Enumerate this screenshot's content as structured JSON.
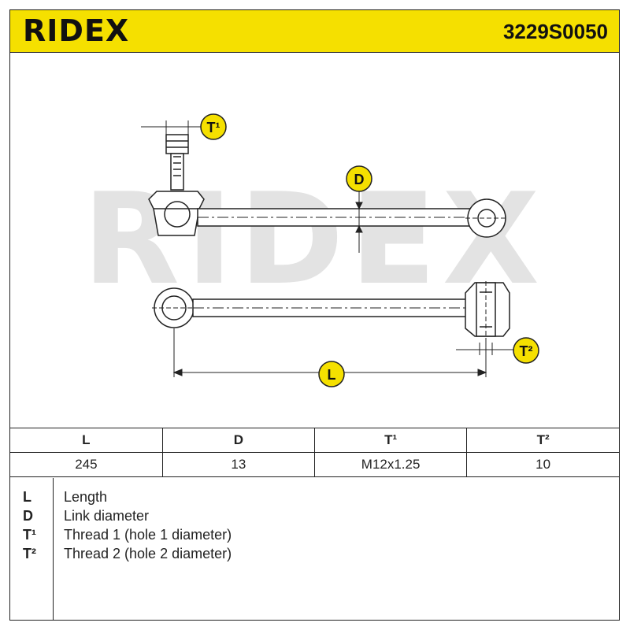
{
  "header": {
    "brand": "RIDEX",
    "part_number": "3229S0050",
    "color": "#f5e000"
  },
  "drawing": {
    "watermark": "RIDEX",
    "labels": {
      "t1": "T¹",
      "d": "D",
      "t2": "T²",
      "l": "L"
    },
    "label_color": "#f5e000"
  },
  "dimensions_table": {
    "headers": [
      "L",
      "D",
      "T¹",
      "T²"
    ],
    "values": [
      "245",
      "13",
      "M12x1.25",
      "10"
    ]
  },
  "legend": [
    {
      "abbr": "L",
      "desc": "Length"
    },
    {
      "abbr": "D",
      "desc": "Link diameter"
    },
    {
      "abbr": "T¹",
      "desc": "Thread 1 (hole 1 diameter)"
    },
    {
      "abbr": "T²",
      "desc": "Thread 2 (hole 2 diameter)"
    }
  ]
}
